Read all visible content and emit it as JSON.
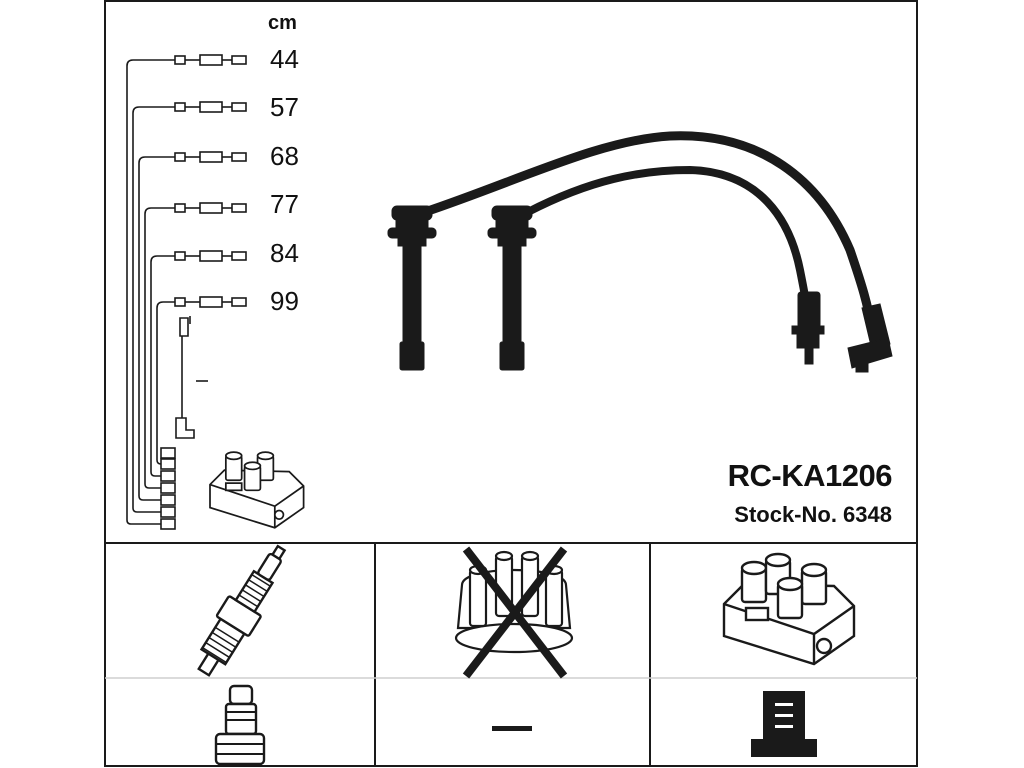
{
  "product": {
    "part_number": "RC-KA1206",
    "stock_number": "Stock-No. 6348"
  },
  "lengths": {
    "unit": "cm",
    "values": [
      "44",
      "57",
      "68",
      "77",
      "84",
      "99"
    ]
  },
  "icons": {
    "cable_set": "ignition-cable-set-icon",
    "coil_pack": "ignition-coil-icon",
    "spark_plug": "spark-plug-icon",
    "distributor_cap": "distributor-cap-icon",
    "distributor_cap_crossed": true,
    "plug_boot": "spark-plug-boot-icon",
    "coil_boot": "coil-boot-icon"
  },
  "colors": {
    "line": "#1a1a1a",
    "background": "#ffffff"
  }
}
